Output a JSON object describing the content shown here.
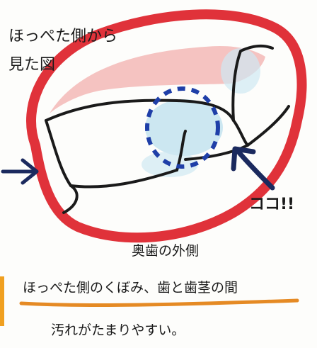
{
  "illustration": {
    "top_label_line1": "ほっぺた側から",
    "top_label_line2": "見た図",
    "pointer_label": "ココ!!",
    "caption_line1": "奥歯の外側",
    "caption_line2": "ほっぺた側のくぼみ、歯と歯茎の間",
    "caption_line3": "汚れがたまりやすい。",
    "colors": {
      "lip_red": "#e0323a",
      "gum_pink": "#f3b8b6",
      "plaque_blue": "#bfe1ef",
      "dash_blue": "#1f3fa8",
      "arrow_navy": "#1b2a5e",
      "underline_orange": "#e58a24",
      "edge_orange": "#f0a020"
    },
    "icons": [
      "left-arrow-icon",
      "pointer-arrow-icon",
      "dashed-circle-marker"
    ]
  }
}
